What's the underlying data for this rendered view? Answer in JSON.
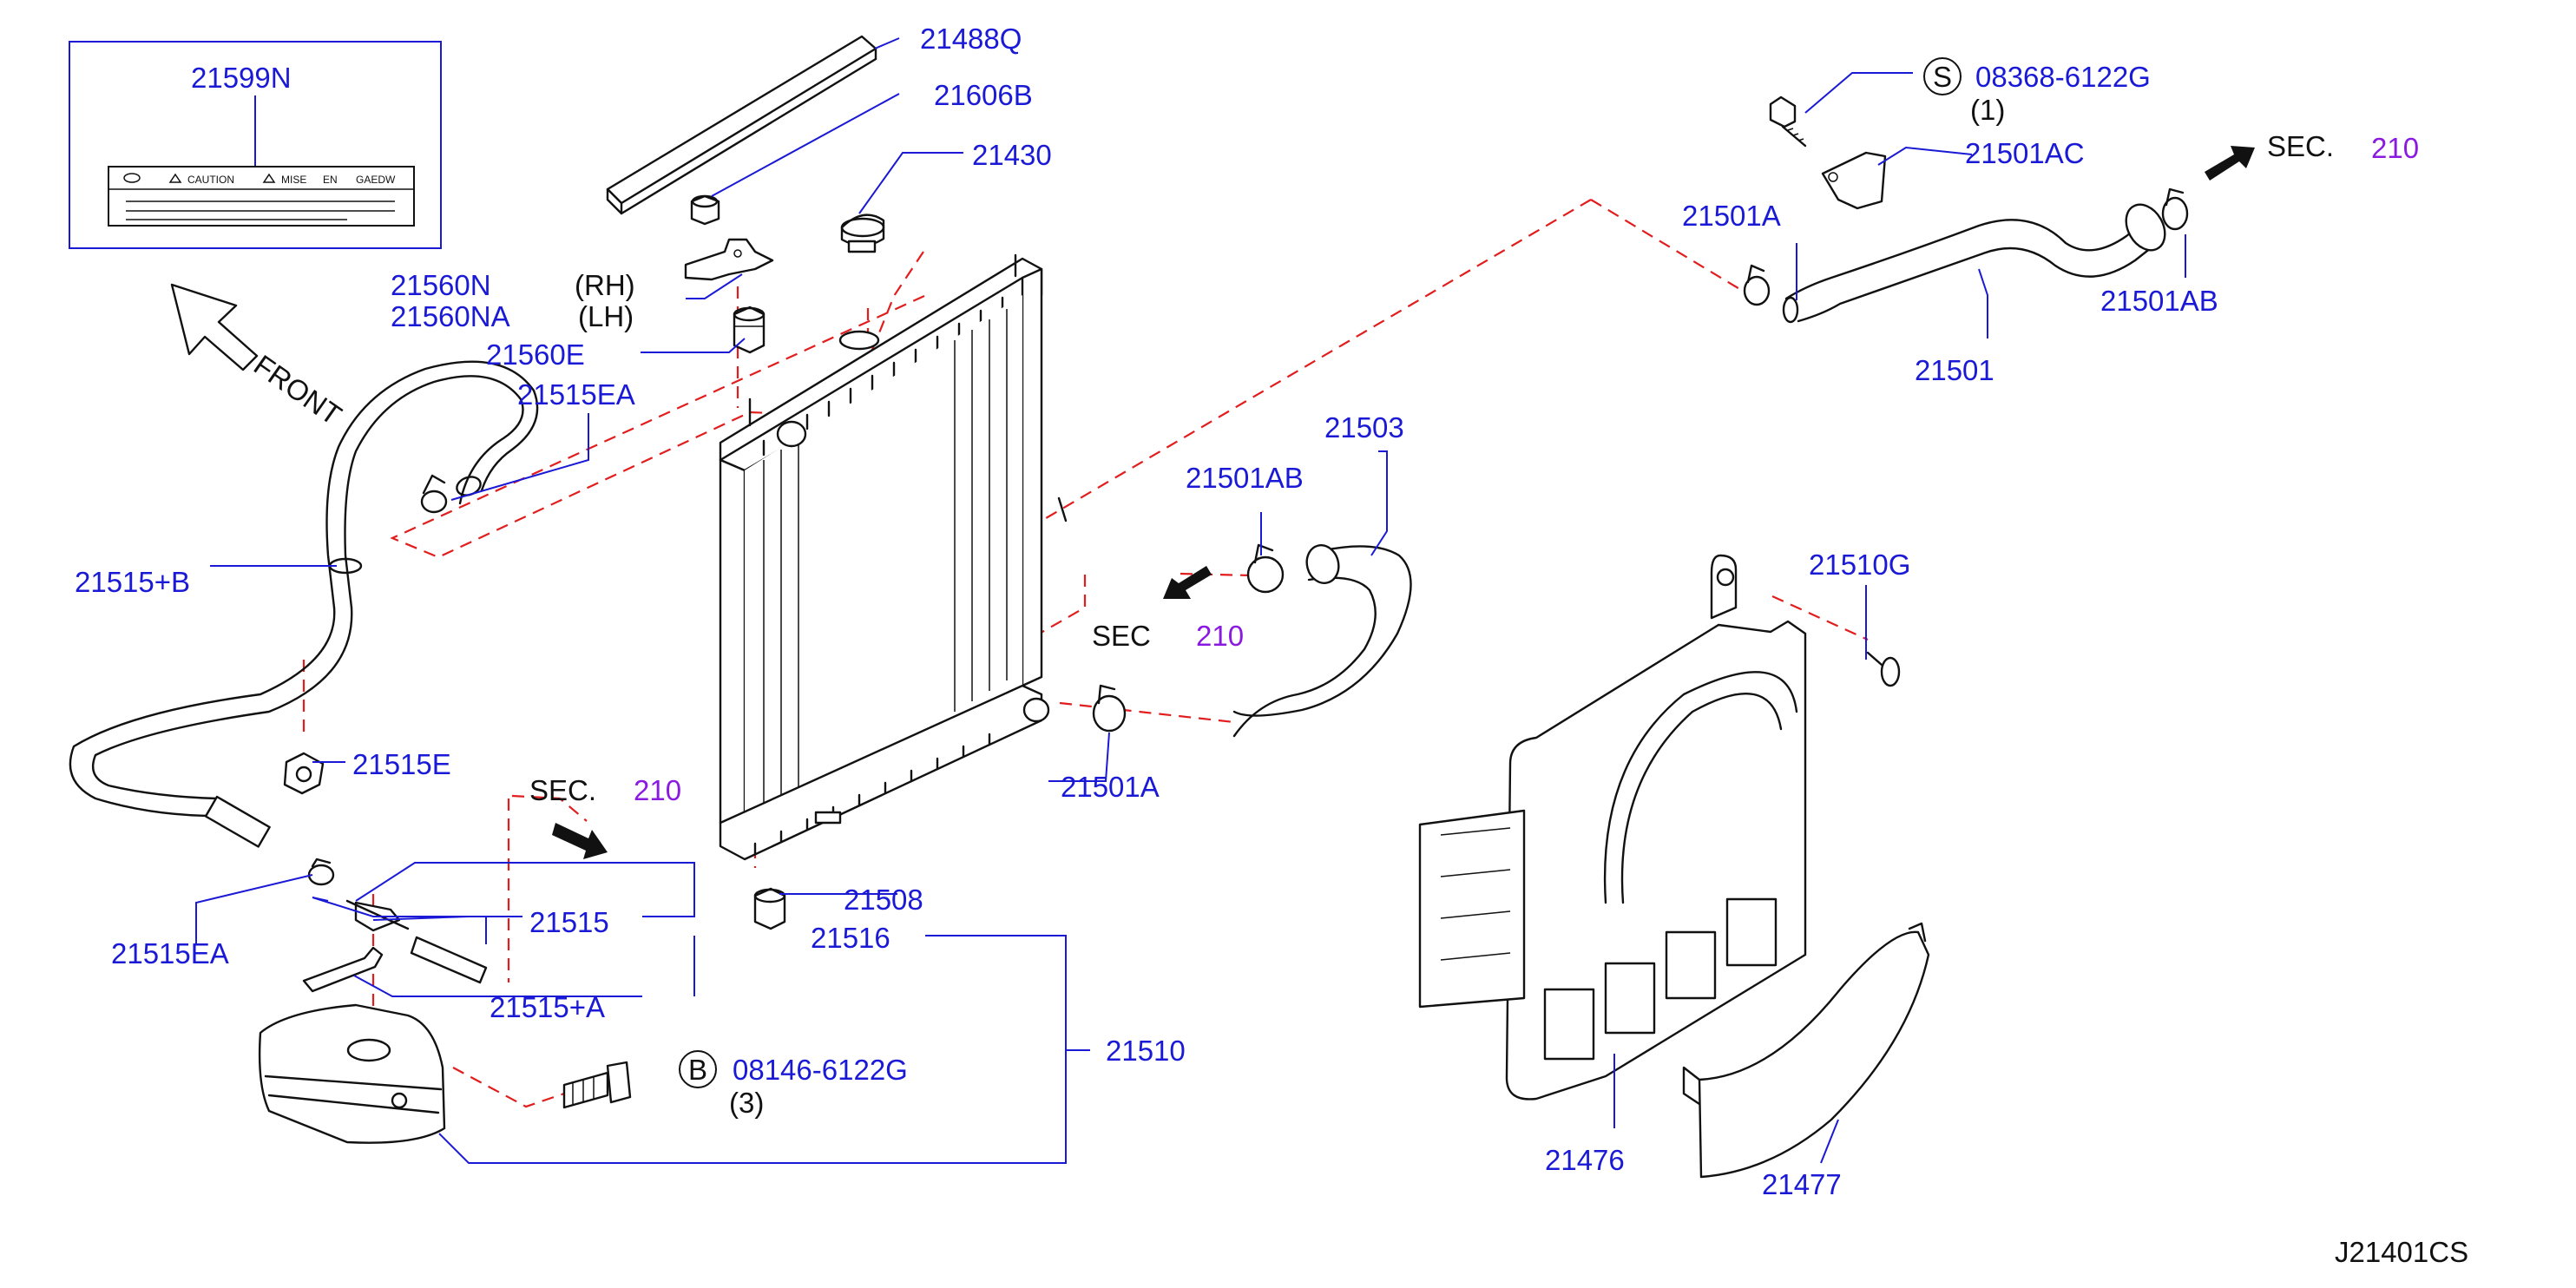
{
  "colors": {
    "part_number": "#1a1ad6",
    "section_ref": "#8a1ae0",
    "ref_dash": "#e21d1d",
    "ink": "#111111"
  },
  "label_box": {
    "part": "21599N",
    "caution": "CAUTION",
    "mise": "MISE",
    "en": "EN",
    "gaedw": "GAEDW"
  },
  "front_label": "FRONT",
  "parts": {
    "p21488Q": "21488Q",
    "p21606B": "21606B",
    "p21430": "21430",
    "p21560N": "21560N",
    "p21560NA": "21560NA",
    "rh": "(RH)",
    "lh": "(LH)",
    "p21560E": "21560E",
    "p21515EA_top": "21515EA",
    "p21515B": "21515+B",
    "p21515E": "21515E",
    "p21515EA_bottom": "21515EA",
    "p21515": "21515",
    "p21516": "21516",
    "p21515A": "21515+A",
    "p21508": "21508",
    "p21510": "21510",
    "bolt_b": "08146-6122G",
    "bolt_b_qty": "(3)",
    "bolt_s": "08368-6122G",
    "bolt_s_qty": "(1)",
    "p21501AC": "21501AC",
    "p21501A_top": "21501A",
    "p21501AB_top": "21501AB",
    "p21501": "21501",
    "p21503": "21503",
    "p21501AB_mid": "21501AB",
    "p21501A_mid": "21501A",
    "p21510G": "21510G",
    "p21476": "21476",
    "p21477": "21477"
  },
  "symbols": {
    "s": "S",
    "b": "B"
  },
  "section_refs": [
    {
      "label": "SEC.",
      "num": "210"
    },
    {
      "label": "SEC",
      "num": "210"
    },
    {
      "label": "SEC.",
      "num": "210"
    }
  ],
  "diagram_code": "J21401CS"
}
